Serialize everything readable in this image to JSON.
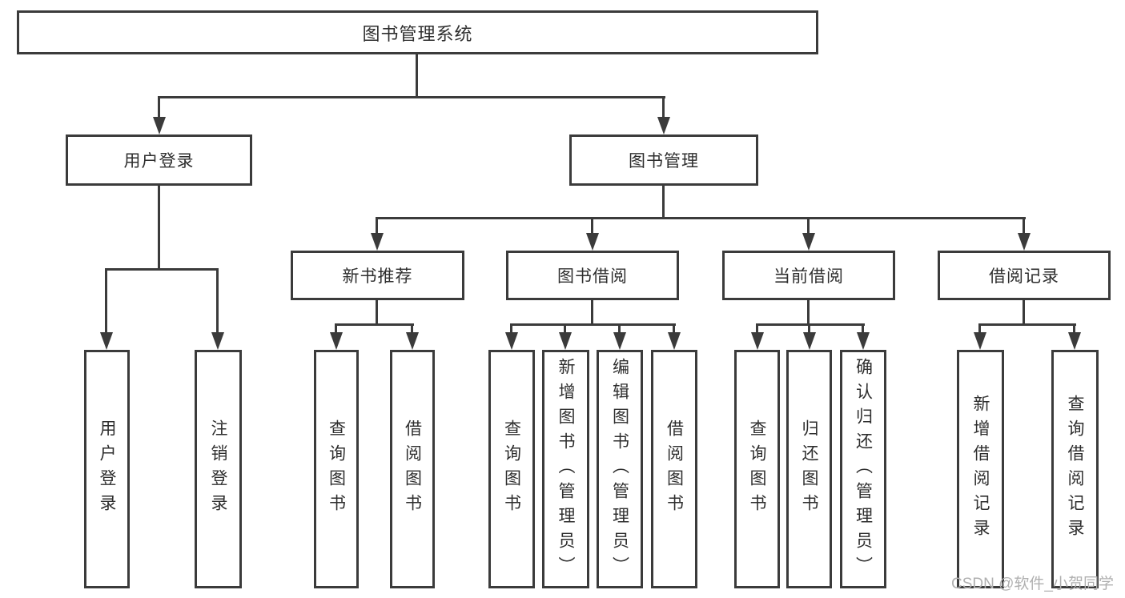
{
  "colors": {
    "line": "#3b3b3b",
    "text": "#2e2e2e",
    "box-bg": "#ffffff",
    "background": "#ffffff",
    "watermark": "#b0b0b0"
  },
  "diagram": {
    "root": {
      "label": "图书管理系统",
      "children": [
        {
          "label": "用户登录",
          "children": [
            {
              "label": "用户登录"
            },
            {
              "label": "注销登录"
            }
          ]
        },
        {
          "label": "图书管理",
          "children": [
            {
              "label": "新书推荐",
              "children": [
                {
                  "label": "查询图书"
                },
                {
                  "label": "借阅图书"
                }
              ]
            },
            {
              "label": "图书借阅",
              "children": [
                {
                  "label": "查询图书"
                },
                {
                  "label": "新增图书（管理员）"
                },
                {
                  "label": "编辑图书（管理员）"
                },
                {
                  "label": "借阅图书"
                }
              ]
            },
            {
              "label": "当前借阅",
              "children": [
                {
                  "label": "查询图书"
                },
                {
                  "label": "归还图书"
                },
                {
                  "label": "确认归还（管理员）"
                }
              ]
            },
            {
              "label": "借阅记录",
              "children": [
                {
                  "label": "新增借阅记录"
                },
                {
                  "label": "查询借阅记录"
                }
              ]
            }
          ]
        }
      ]
    }
  },
  "watermark": {
    "text": "CSDN @软件_小贺同学"
  }
}
